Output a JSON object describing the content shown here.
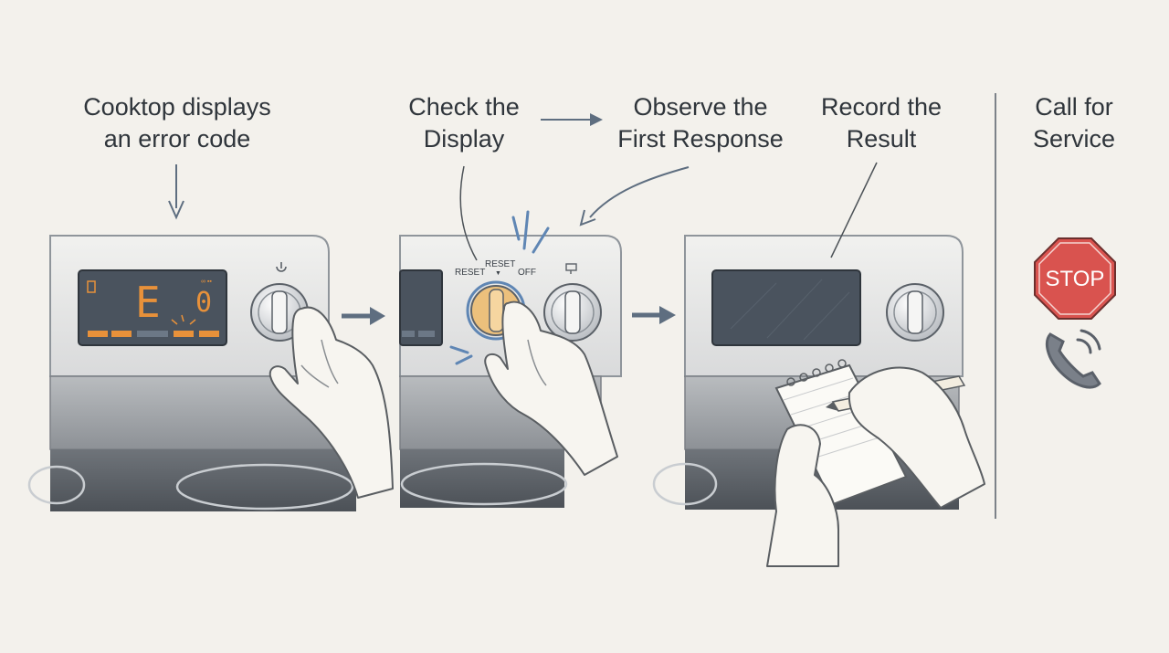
{
  "steps": [
    {
      "line1": "Cooktop displays",
      "line2": "an error code"
    },
    {
      "line1": "Check the",
      "line2": "Display"
    },
    {
      "line1": "Observe the",
      "line2": "First Response"
    },
    {
      "line1": "Record the",
      "line2": "Result"
    },
    {
      "line1": "Call for",
      "line2": "Service"
    }
  ],
  "panel1": {
    "display_code": "E",
    "display_digit": "0"
  },
  "panel2": {
    "knob_left_label": "RESET",
    "knob_top_label": "RESET",
    "knob_right_label": "OFF"
  },
  "stop_sign": {
    "text": "STOP"
  },
  "icons": [
    "power-icon",
    "phone-icon",
    "stop-sign-icon",
    "pencil-icon",
    "notepad-icon",
    "down-arrow-icon",
    "right-arrow-icon"
  ],
  "colors": {
    "accent_orange": "#e8913a",
    "stop_red": "#d9534f",
    "arrow_slate": "#5e6e80",
    "display_dark": "#3e4650"
  }
}
